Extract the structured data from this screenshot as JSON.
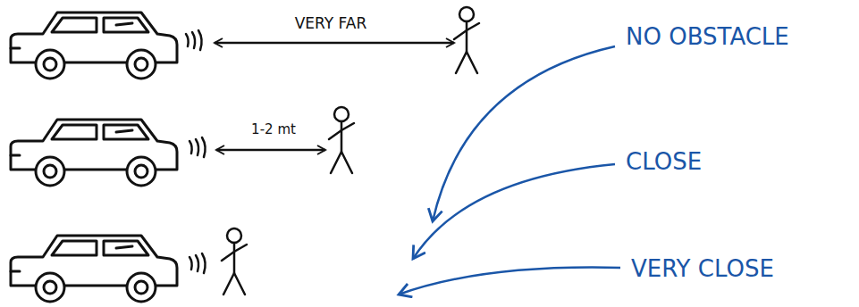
{
  "diagram": {
    "labels": [
      "VERY FAR",
      "1-2 mt",
      "NO OBSTACLE",
      "CLOSE",
      "VERY CLOSE"
    ]
  }
}
